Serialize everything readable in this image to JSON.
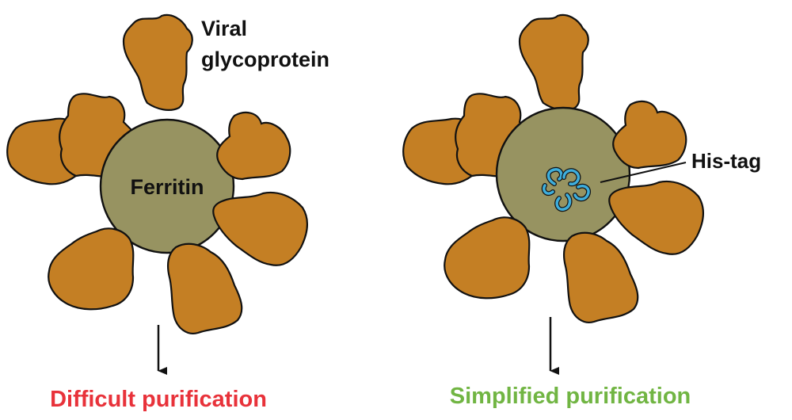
{
  "left_panel": {
    "glycoprotein_label_line1": "Viral",
    "glycoprotein_label_line2": "glycoprotein",
    "core_label": "Ferritin",
    "outcome_label": "Difficult purification"
  },
  "right_panel": {
    "tag_label": "His-tag",
    "outcome_label": "Simplified purification"
  },
  "colors": {
    "ferritin_core": "#979361",
    "glycoprotein": "#C47F24",
    "his_tag": "#3EAEDC",
    "difficult": "#E8323A",
    "simplified": "#71B543",
    "outline": "#111111"
  },
  "icons": {
    "arrow": "down-arrow-icon",
    "his_tag": "his-tag-coil-icon"
  }
}
